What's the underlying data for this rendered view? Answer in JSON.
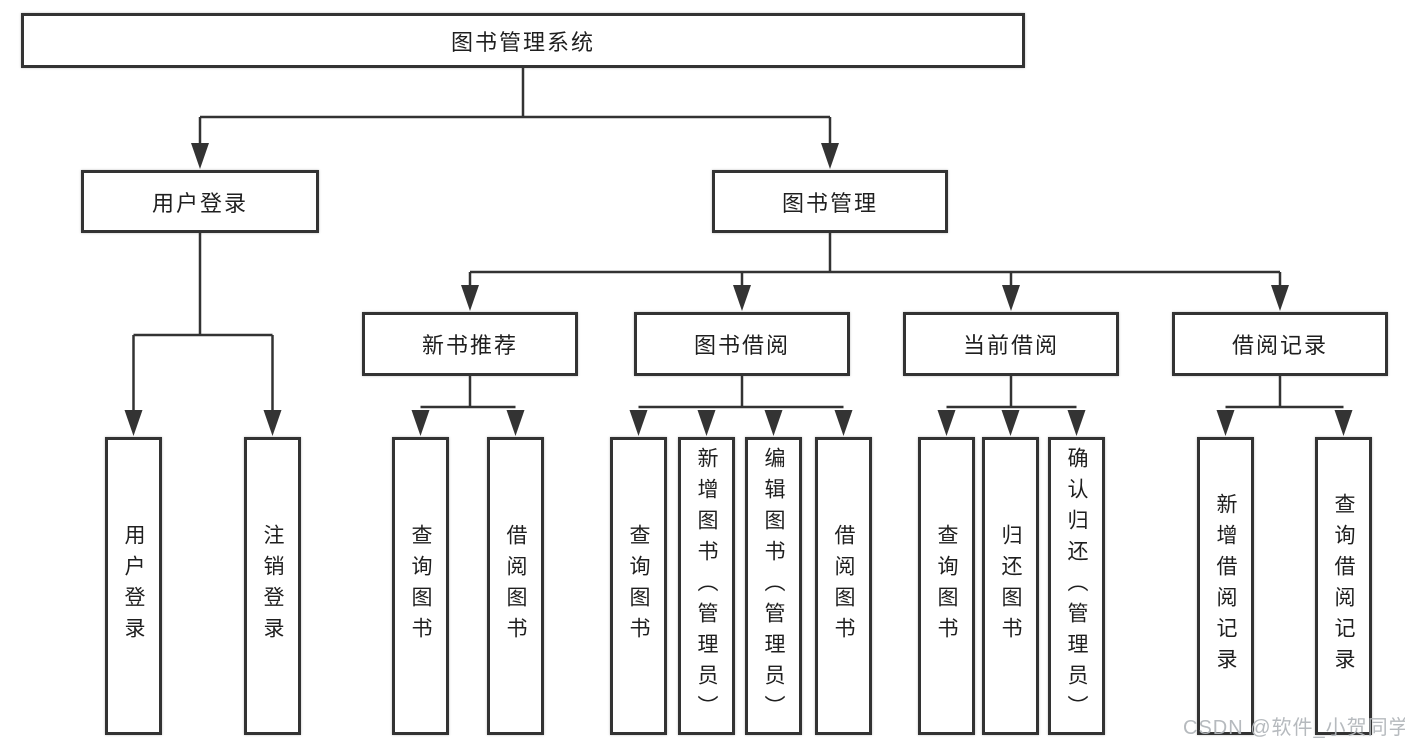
{
  "tree": {
    "root": {
      "label": "图书管理系统"
    },
    "branches": [
      {
        "label": "用户登录",
        "children": [
          {
            "label": "用户登录"
          },
          {
            "label": "注销登录"
          }
        ]
      },
      {
        "label": "图书管理",
        "children": [
          {
            "label": "新书推荐",
            "children": [
              {
                "label": "查询图书"
              },
              {
                "label": "借阅图书"
              }
            ]
          },
          {
            "label": "图书借阅",
            "children": [
              {
                "label": "查询图书"
              },
              {
                "label": "新增图书（管理员）"
              },
              {
                "label": "编辑图书（管理员）"
              },
              {
                "label": "借阅图书"
              }
            ]
          },
          {
            "label": "当前借阅",
            "children": [
              {
                "label": "查询图书"
              },
              {
                "label": "归还图书"
              },
              {
                "label": "确认归还（管理员）"
              }
            ]
          },
          {
            "label": "借阅记录",
            "children": [
              {
                "label": "新增借阅记录"
              },
              {
                "label": "查询借阅记录"
              }
            ]
          }
        ]
      }
    ]
  },
  "watermark": {
    "text": "CSDN @软件_小贺同学"
  },
  "colors": {
    "line": "#333333",
    "box_border": "#333333",
    "box_fill": "#ffffff",
    "text": "#1f1f1f",
    "watermark": "#b2b6bb",
    "background": "#ffffff"
  }
}
